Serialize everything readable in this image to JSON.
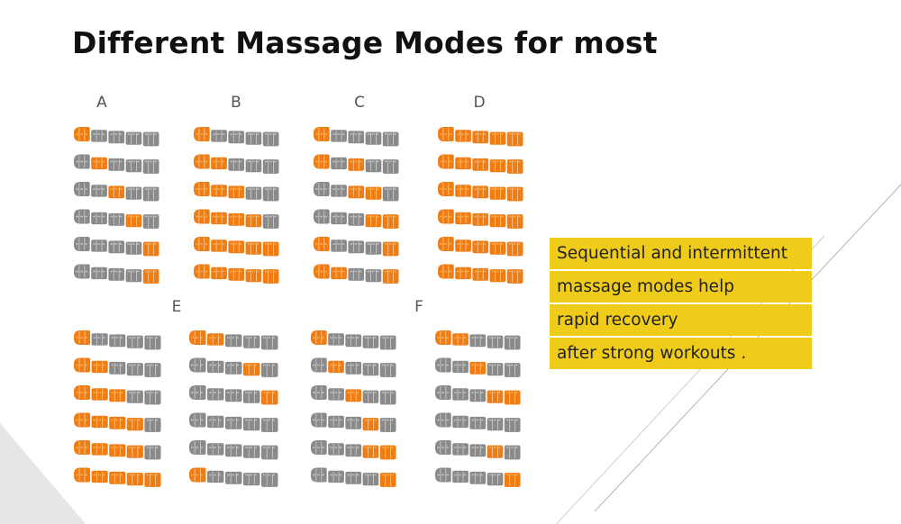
{
  "title": "Different Massage Modes for most",
  "modes": [
    {
      "label": "A",
      "columns": [
        [
          0,
          1,
          2,
          3,
          4,
          5
        ]
      ]
    },
    {
      "label": "B",
      "columns": [
        [
          0,
          1,
          2,
          3,
          4,
          5
        ]
      ]
    },
    {
      "label": "C",
      "columns": [
        [
          0,
          1,
          2,
          3,
          4,
          5
        ]
      ]
    },
    {
      "label": "D",
      "columns": [
        [
          0,
          1,
          2,
          3,
          4,
          5
        ]
      ]
    },
    {
      "label": "E",
      "columns": [
        [
          0,
          1,
          2,
          3,
          4,
          5
        ],
        [
          0,
          1,
          2,
          3,
          4,
          5
        ]
      ]
    },
    {
      "label": "F",
      "columns": [
        [
          0,
          1,
          2,
          3,
          4,
          5
        ],
        [
          0,
          1,
          2,
          3,
          4,
          5
        ]
      ]
    }
  ],
  "caption_lines": [
    "Sequential and intermittent",
    "massage modes help",
    "rapid recovery",
    "after strong workouts ."
  ],
  "colors": {
    "inactive": "#8a8a8a",
    "active": "#f07c14",
    "active_light": "#f6a94a",
    "caption_bg": "#f0cc1a"
  }
}
